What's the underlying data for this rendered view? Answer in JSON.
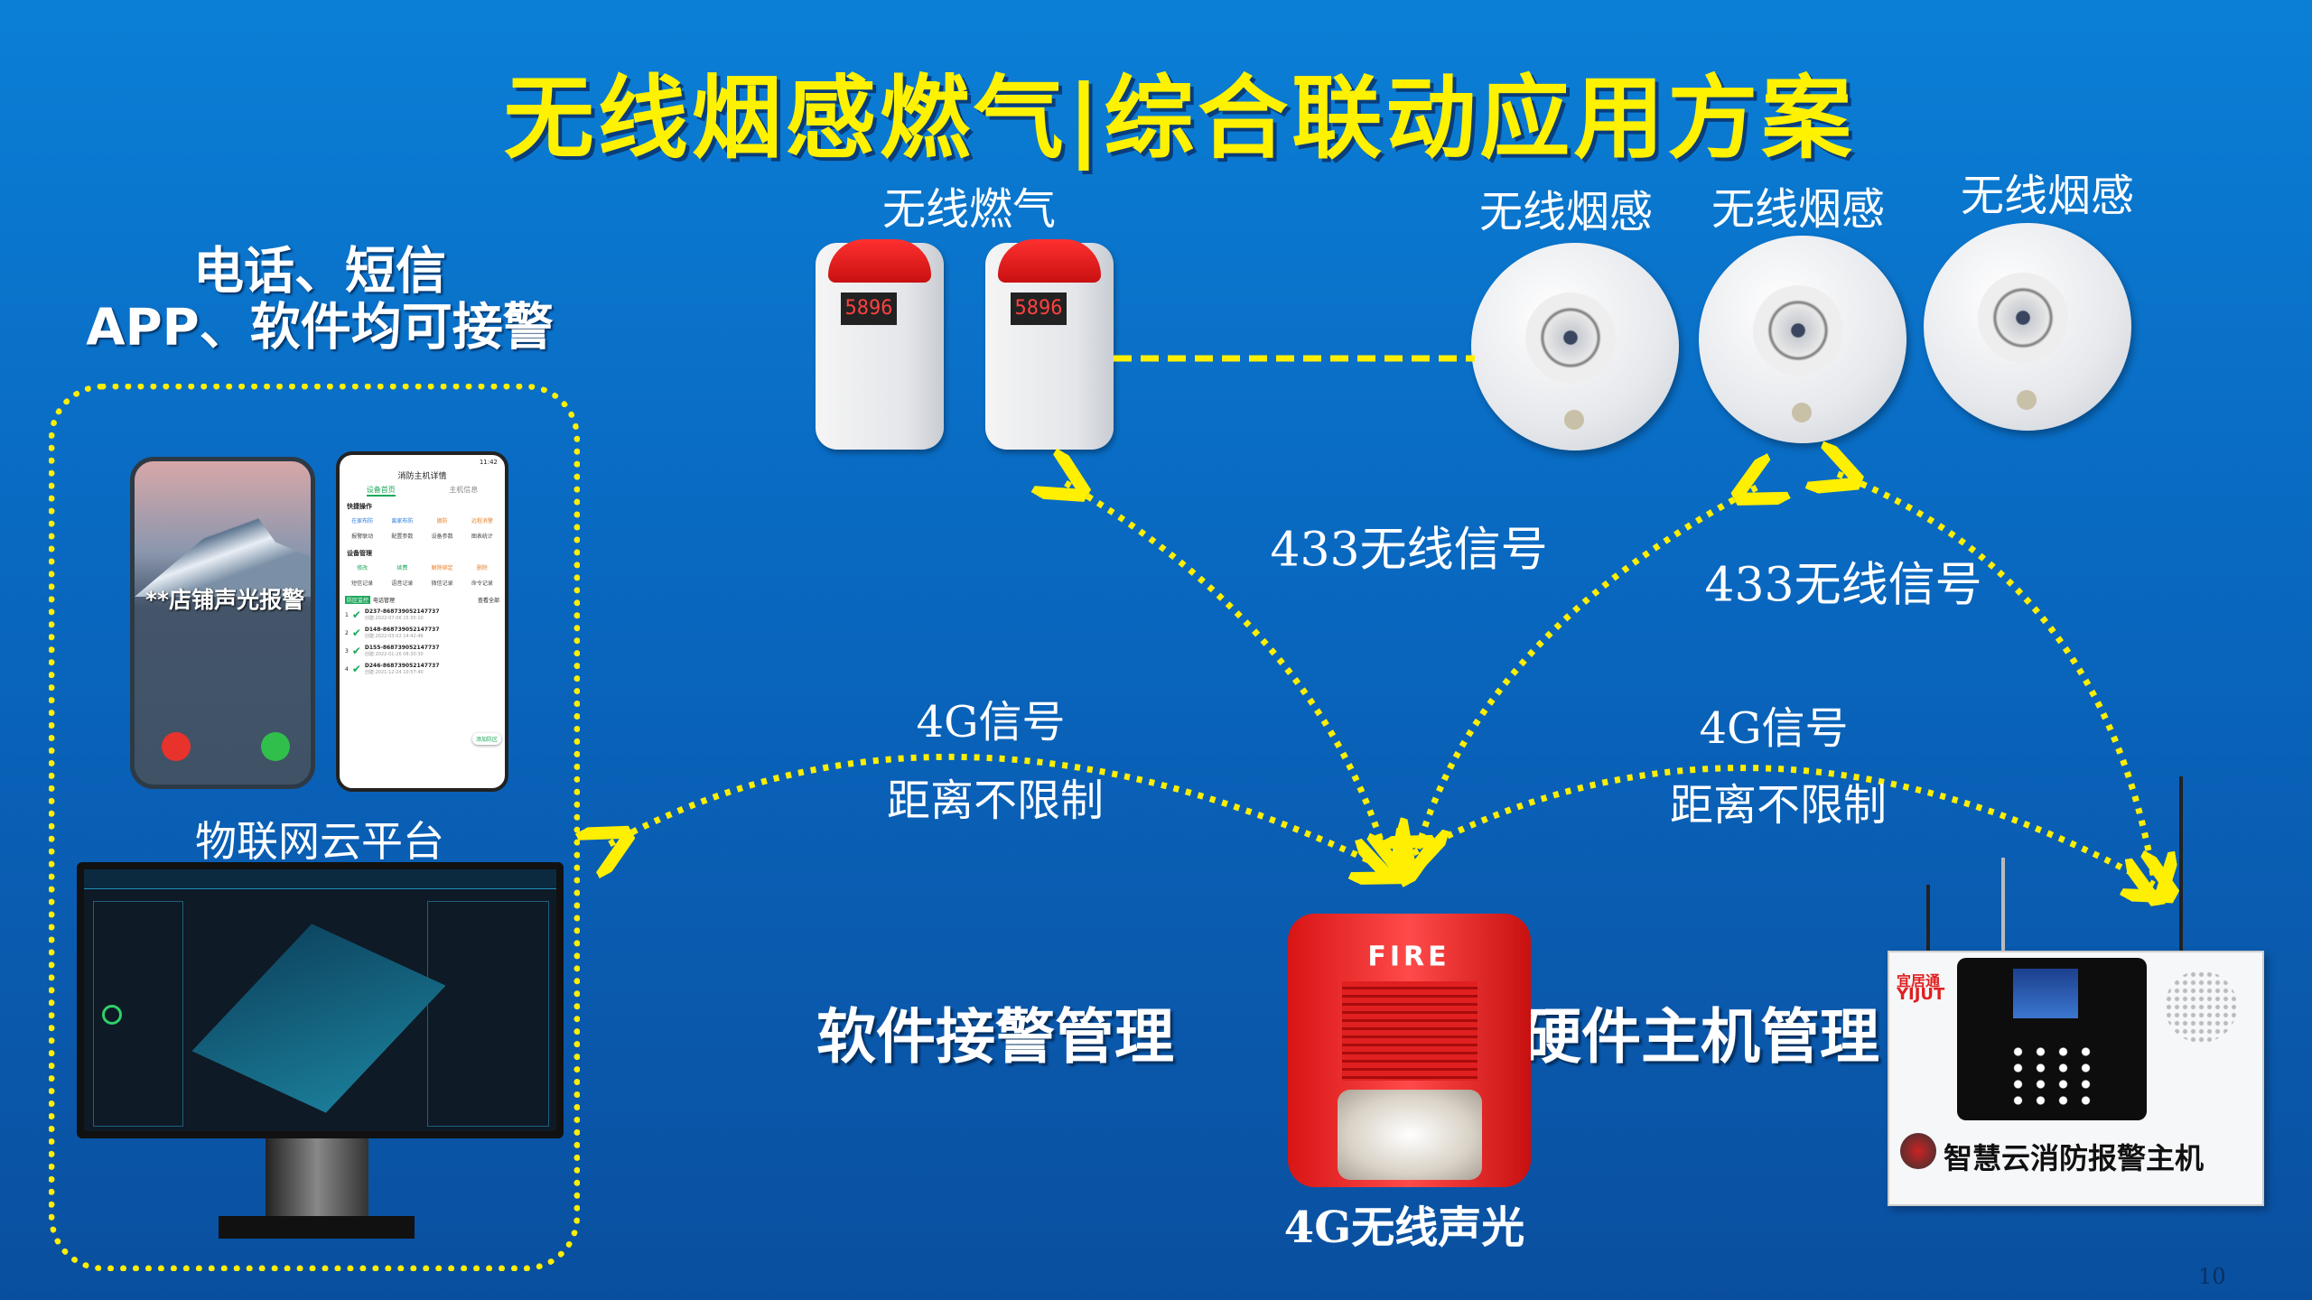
{
  "title": "无线烟感燃气|综合联动应用方案",
  "alarm_methods": {
    "line1": "电话、短信",
    "line2": "APP、软件均可接警"
  },
  "phone_call": {
    "caller": "**店铺声光报警",
    "decline_icon": "phone-hangup-icon",
    "accept_icon": "phone-answer-icon"
  },
  "app": {
    "status_time": "11:42",
    "page_title": "消防主机详情",
    "tabs": [
      "设备首页",
      "主机信息"
    ],
    "quick_ops_title": "快捷操作",
    "quick_ops": [
      "在家布防",
      "离家布防",
      "撤防",
      "远程消警",
      "报警联动",
      "配置参数",
      "设备参数",
      "图表统计"
    ],
    "device_mgmt_title": "设备管理",
    "device_mgmt": [
      "修改",
      "续费",
      "解除绑定",
      "删除",
      "短信记录",
      "语音记录",
      "微信记录",
      "命令记录"
    ],
    "list_tabs": [
      "防区监控",
      "电话管理"
    ],
    "view_all": "查看全部",
    "add_zone": "添加防区",
    "zones": [
      {
        "no": "1",
        "name": "D237-868739052147737",
        "created": "创建:2022-07-06 15:35:10"
      },
      {
        "no": "2",
        "name": "D148-868739052147737",
        "created": "创建:2022-03-02 14:42:46"
      },
      {
        "no": "3",
        "name": "D155-868739052147737",
        "created": "创建:2022-01-26 08:30:30"
      },
      {
        "no": "4",
        "name": "D246-868739052147737",
        "created": "创建:2021-12-24 10:57:40"
      }
    ]
  },
  "cloud_platform": "物联网云平台",
  "gas": {
    "label": "无线燃气",
    "reading": "5896"
  },
  "smoke_labels": [
    "无线烟感",
    "无线烟感",
    "无线烟感"
  ],
  "signals": {
    "rf1": "433无线信号",
    "rf2": "433无线信号",
    "g4_left": "4G信号",
    "dist_left": "距离不限制",
    "g4_right": "4G信号",
    "dist_right": "距离不限制"
  },
  "software_mgmt": "软件接警管理",
  "hardware_mgmt": "硬件主机管理",
  "siren": {
    "label": "4G无线声光",
    "text": "FIRE"
  },
  "host": {
    "brand": "宜居通",
    "brand_en": "YIJUT",
    "name": "智慧云消防报警主机"
  },
  "page_number": "10",
  "colors": {
    "accent": "#fff200",
    "background": "#0967bf"
  }
}
